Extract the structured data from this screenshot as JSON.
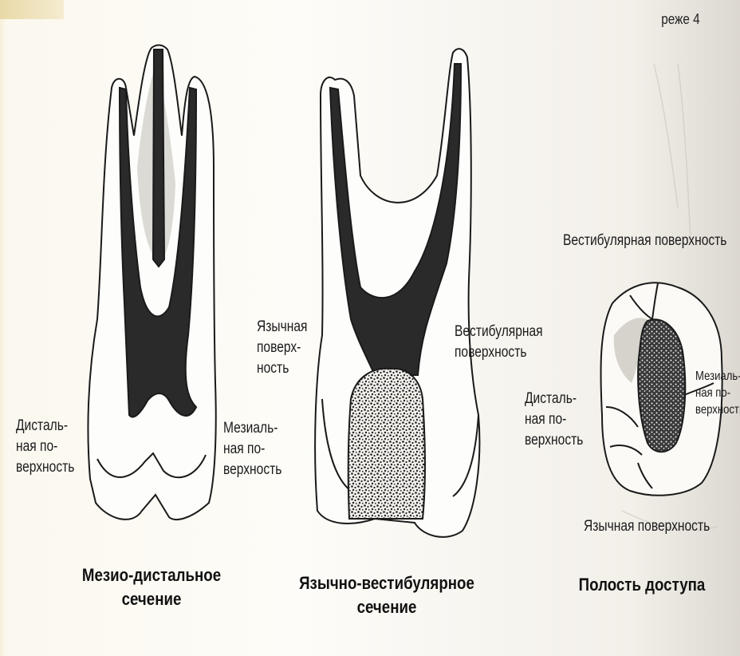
{
  "header": {
    "page_fragment": "реже 4"
  },
  "section_1": {
    "labels": {
      "distal_1": "Дисталь-",
      "distal_2": "ная по-",
      "distal_3": "верхность",
      "mesial_1": "Мезиаль-",
      "mesial_2": "ная по-",
      "mesial_3": "верхность"
    },
    "caption_1": "Мезио-дистальное",
    "caption_2": "сечение"
  },
  "section_2": {
    "labels": {
      "lingual_1": "Язычная",
      "lingual_2": "поверх-",
      "lingual_3": "ность",
      "vestibular_1": "Вестибулярная",
      "vestibular_2": "поверхность"
    },
    "caption_1": "Язычно-вестибулярное",
    "caption_2": "сечение"
  },
  "section_3": {
    "labels": {
      "vestibular_top": "Вестибулярная поверхность",
      "distal_1": "Дисталь-",
      "distal_2": "ная по-",
      "distal_3": "верхность",
      "mesial_1": "Мезиаль-",
      "mesial_2": "ная по-",
      "mesial_3": "верхность",
      "lingual_bottom": "Язычная поверхность"
    },
    "caption": "Полость доступа"
  },
  "colors": {
    "ink": "#1a1a1a",
    "pulp": "#2a2a2a",
    "shade": "#d9d6cf",
    "paper": "#fdfcf8"
  }
}
